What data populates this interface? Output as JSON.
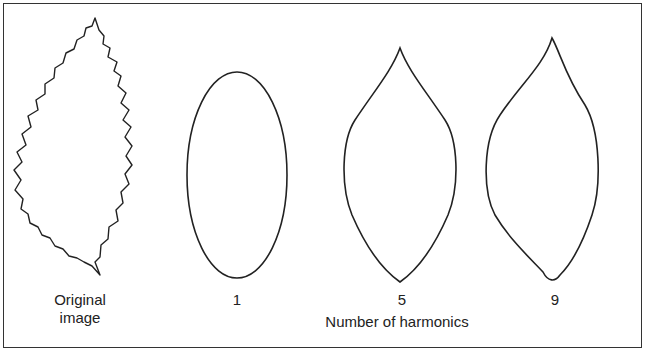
{
  "diagram": {
    "labels": [
      "Original image",
      "1",
      "5",
      "9",
      "Number of harmonics"
    ]
  }
}
